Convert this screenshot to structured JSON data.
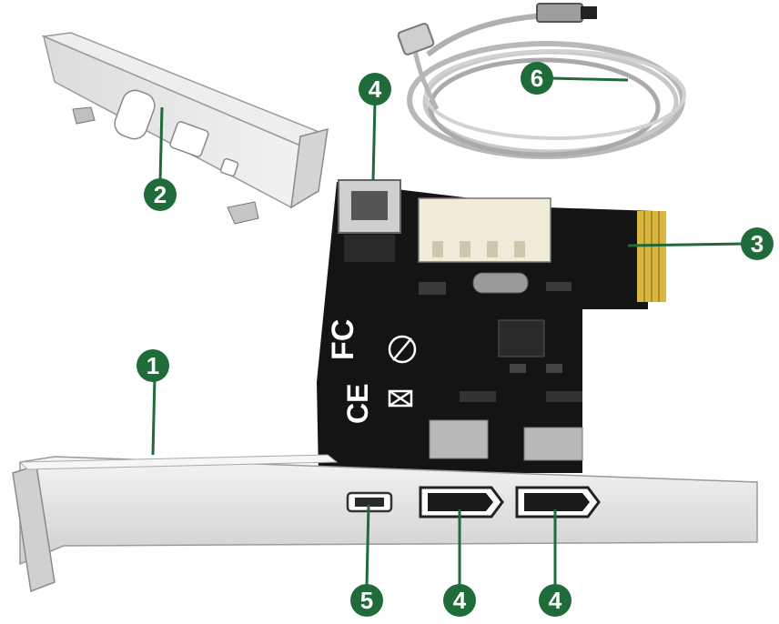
{
  "colors": {
    "callout_green": "#1f6b3a",
    "callout_text": "#ffffff",
    "pcb": "#141414",
    "bracket": "#e6e6e6",
    "gold_contacts": "#d9b640",
    "cable": "#b8b8b8",
    "connector_white": "#f1ecd9"
  },
  "callouts": [
    {
      "number": "1",
      "part": "full-height-bracket"
    },
    {
      "number": "2",
      "part": "low-profile-bracket"
    },
    {
      "number": "3",
      "part": "pcie-x1-connector"
    },
    {
      "number": "4",
      "part": "internal-firewire-port"
    },
    {
      "number": "4",
      "part": "external-6pin-port-a"
    },
    {
      "number": "4",
      "part": "external-6pin-port-b"
    },
    {
      "number": "5",
      "part": "external-4pin-port"
    },
    {
      "number": "6",
      "part": "firewire-cable"
    }
  ],
  "board_marks": {
    "fcc": "FC",
    "ce": "CE"
  }
}
